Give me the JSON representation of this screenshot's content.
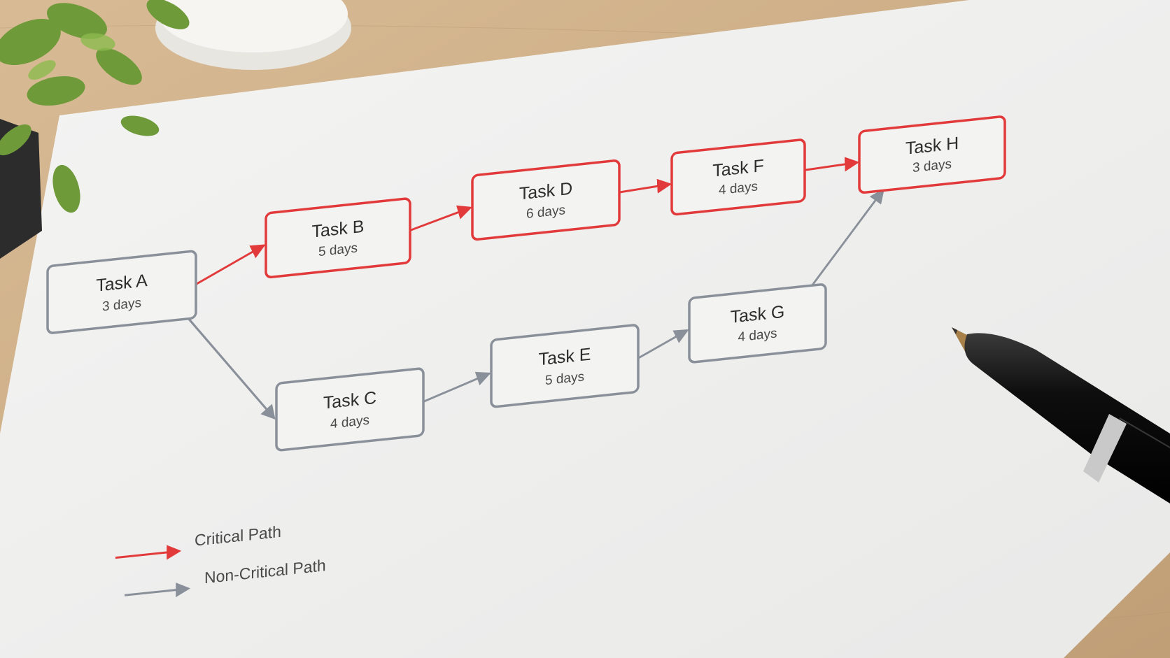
{
  "tasks": [
    {
      "id": "A",
      "title": "Task A",
      "duration": "3 days",
      "critical": false
    },
    {
      "id": "B",
      "title": "Task B",
      "duration": "5 days",
      "critical": true
    },
    {
      "id": "C",
      "title": "Task C",
      "duration": "4 days",
      "critical": false
    },
    {
      "id": "D",
      "title": "Task D",
      "duration": "6 days",
      "critical": true
    },
    {
      "id": "E",
      "title": "Task E",
      "duration": "5 days",
      "critical": false
    },
    {
      "id": "F",
      "title": "Task F",
      "duration": "4 days",
      "critical": true
    },
    {
      "id": "G",
      "title": "Task G",
      "duration": "4 days",
      "critical": false
    },
    {
      "id": "H",
      "title": "Task H",
      "duration": "3 days",
      "critical": true
    }
  ],
  "edges": [
    {
      "from": "A",
      "to": "B",
      "critical": true
    },
    {
      "from": "B",
      "to": "D",
      "critical": true
    },
    {
      "from": "D",
      "to": "F",
      "critical": true
    },
    {
      "from": "F",
      "to": "H",
      "critical": true
    },
    {
      "from": "A",
      "to": "C",
      "critical": false
    },
    {
      "from": "C",
      "to": "E",
      "critical": false
    },
    {
      "from": "E",
      "to": "G",
      "critical": false
    },
    {
      "from": "G",
      "to": "H",
      "critical": false
    }
  ],
  "legend": {
    "critical_label": "Critical Path",
    "non_critical_label": "Non-Critical Path"
  },
  "colors": {
    "critical": "#e23a3a",
    "non_critical": "#8a9099",
    "paper": "#f1f1f0",
    "desk": "#c9ab86"
  }
}
